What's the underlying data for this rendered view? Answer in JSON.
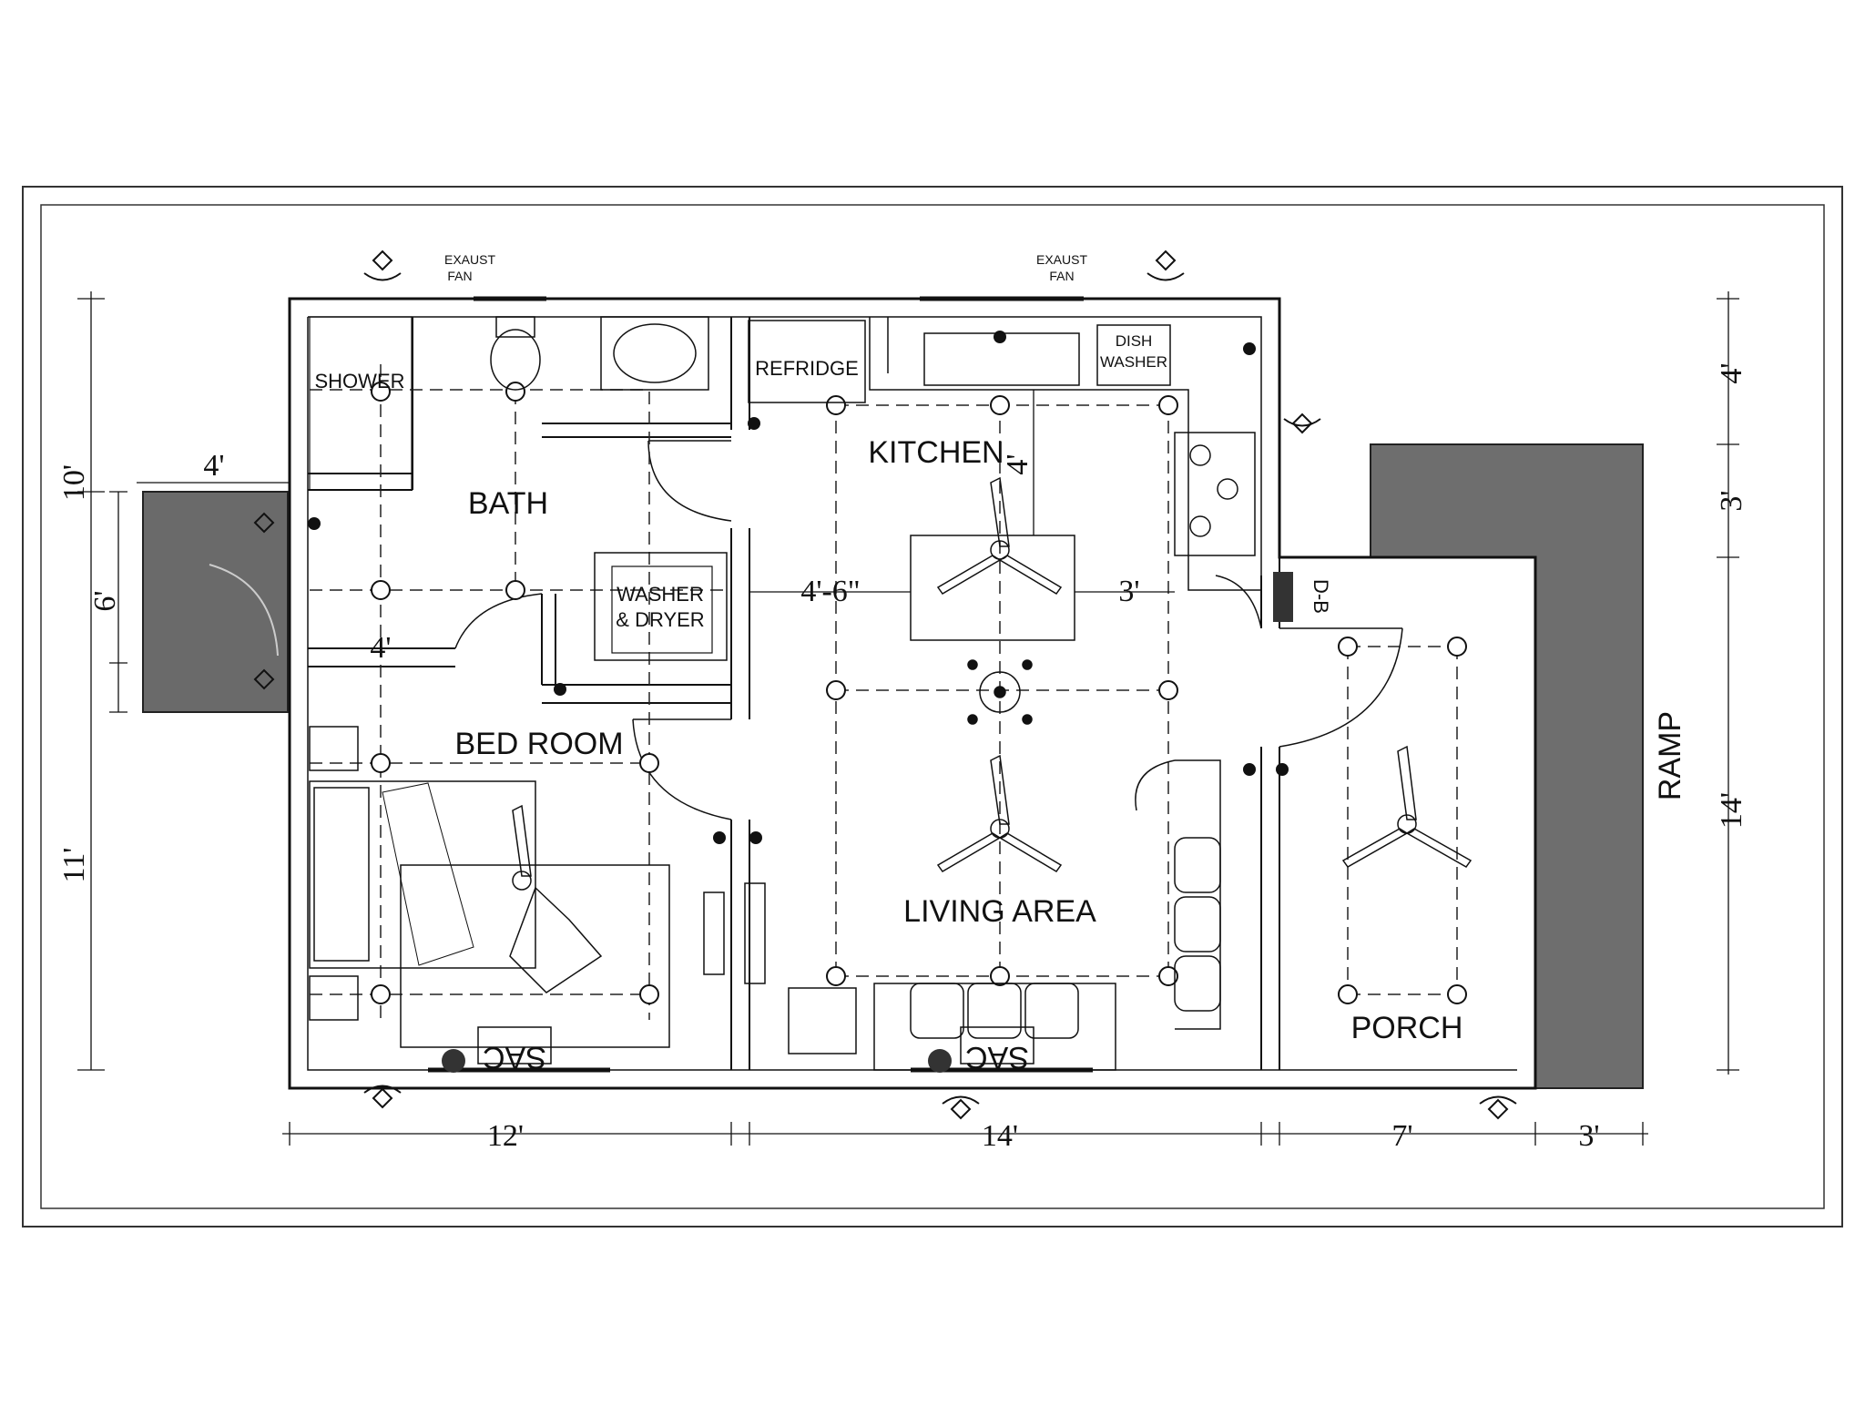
{
  "rooms": {
    "shower": "SHOWER",
    "bath": "BATH",
    "kitchen": "KITCHEN",
    "bedroom": "BED ROOM",
    "living": "LIVING AREA",
    "porch": "PORCH",
    "ramp": "RAMP"
  },
  "fixtures": {
    "refridge": "REFRIDGE",
    "dish1": "DISH",
    "dish2": "WASHER",
    "washer1": "WASHER",
    "washer2": "& DRYER",
    "exhaust_fan_word1": "EXAUST",
    "exhaust_fan_word2": "FAN",
    "distribution_board": "D-B",
    "sac": "SAC"
  },
  "dimensions": {
    "left_10": "10'",
    "left_6": "6'",
    "left_11": "11'",
    "entry_4_top": "4'",
    "entry_4_bottom": "4'",
    "kitchen_4_6": "4'-6\"",
    "kitchen_3": "3'",
    "kitchen_4": "4'",
    "bottom_12": "12'",
    "bottom_14": "14'",
    "bottom_7": "7'",
    "bottom_3": "3'",
    "right_4": "4'",
    "right_3": "3'",
    "right_14": "14'"
  },
  "colors": {
    "line": "#111111",
    "ramp_fill": "#6e6e6e",
    "entry_fill": "#6a6a6a"
  }
}
